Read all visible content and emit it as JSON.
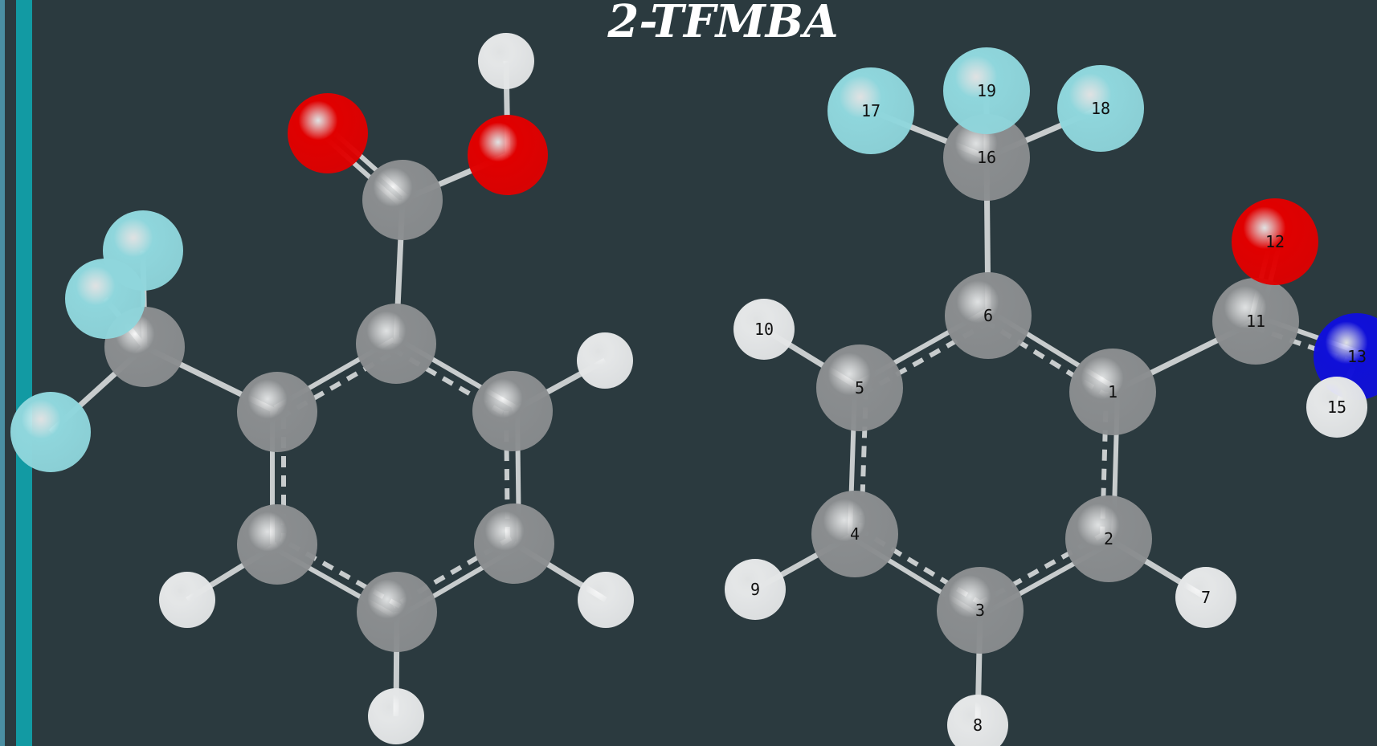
{
  "title": "2-TFMBA",
  "colors": {
    "background": "#2b3a3f",
    "carbon": "#8a8d8f",
    "hydrogen": "#e4e6e7",
    "oxygen": "#e00000",
    "nitrogen": "#1010d8",
    "fluorine": "#8fd6dc",
    "bond": "#c8cccd",
    "accent_strip": "#129aa3"
  },
  "molecules": [
    {
      "name": "left-molecule",
      "atoms": [
        {
          "el": "C",
          "label": ""
        },
        {
          "el": "C",
          "label": ""
        },
        {
          "el": "C",
          "label": ""
        },
        {
          "el": "C",
          "label": ""
        },
        {
          "el": "C",
          "label": ""
        },
        {
          "el": "C",
          "label": ""
        },
        {
          "el": "C",
          "label": ""
        },
        {
          "el": "O",
          "label": ""
        },
        {
          "el": "O",
          "label": ""
        },
        {
          "el": "H",
          "label": ""
        },
        {
          "el": "C",
          "label": ""
        },
        {
          "el": "F",
          "label": ""
        },
        {
          "el": "F",
          "label": ""
        },
        {
          "el": "F",
          "label": ""
        },
        {
          "el": "H",
          "label": ""
        },
        {
          "el": "H",
          "label": ""
        },
        {
          "el": "H",
          "label": ""
        },
        {
          "el": "H",
          "label": ""
        }
      ],
      "bonds": [
        {
          "a": 0,
          "b": 1,
          "order": "aromatic"
        },
        {
          "a": 1,
          "b": 2,
          "order": "aromatic"
        },
        {
          "a": 2,
          "b": 3,
          "order": "aromatic"
        },
        {
          "a": 3,
          "b": 4,
          "order": "aromatic"
        },
        {
          "a": 4,
          "b": 5,
          "order": "aromatic"
        },
        {
          "a": 5,
          "b": 0,
          "order": "aromatic"
        },
        {
          "a": 0,
          "b": 6,
          "order": "single"
        },
        {
          "a": 6,
          "b": 7,
          "order": "double"
        },
        {
          "a": 6,
          "b": 8,
          "order": "single"
        },
        {
          "a": 8,
          "b": 9,
          "order": "single"
        },
        {
          "a": 5,
          "b": 10,
          "order": "single"
        },
        {
          "a": 10,
          "b": 11,
          "order": "single"
        },
        {
          "a": 10,
          "b": 12,
          "order": "single"
        },
        {
          "a": 10,
          "b": 13,
          "order": "single"
        },
        {
          "a": 1,
          "b": 14,
          "order": "single"
        },
        {
          "a": 2,
          "b": 15,
          "order": "single"
        },
        {
          "a": 3,
          "b": 16,
          "order": "single"
        },
        {
          "a": 4,
          "b": 17,
          "order": "single"
        }
      ]
    },
    {
      "name": "right-molecule",
      "atoms": [
        {
          "el": "C",
          "label": "1"
        },
        {
          "el": "C",
          "label": "2"
        },
        {
          "el": "C",
          "label": "3"
        },
        {
          "el": "C",
          "label": "4"
        },
        {
          "el": "C",
          "label": "5"
        },
        {
          "el": "C",
          "label": "6"
        },
        {
          "el": "H",
          "label": "7"
        },
        {
          "el": "H",
          "label": "8"
        },
        {
          "el": "H",
          "label": "9"
        },
        {
          "el": "H",
          "label": "10"
        },
        {
          "el": "C",
          "label": "11"
        },
        {
          "el": "O",
          "label": "12"
        },
        {
          "el": "N",
          "label": "13"
        },
        {
          "el": "H",
          "label": "15"
        },
        {
          "el": "C",
          "label": "16"
        },
        {
          "el": "F",
          "label": "17"
        },
        {
          "el": "F",
          "label": "18"
        },
        {
          "el": "F",
          "label": "19"
        }
      ],
      "bonds": [
        {
          "a": 0,
          "b": 1,
          "order": "aromatic"
        },
        {
          "a": 1,
          "b": 2,
          "order": "aromatic"
        },
        {
          "a": 2,
          "b": 3,
          "order": "aromatic"
        },
        {
          "a": 3,
          "b": 4,
          "order": "aromatic"
        },
        {
          "a": 4,
          "b": 5,
          "order": "aromatic"
        },
        {
          "a": 5,
          "b": 0,
          "order": "aromatic"
        },
        {
          "a": 1,
          "b": 6,
          "order": "single"
        },
        {
          "a": 2,
          "b": 7,
          "order": "single"
        },
        {
          "a": 3,
          "b": 8,
          "order": "single"
        },
        {
          "a": 4,
          "b": 9,
          "order": "single"
        },
        {
          "a": 0,
          "b": 10,
          "order": "single"
        },
        {
          "a": 10,
          "b": 11,
          "order": "double"
        },
        {
          "a": 10,
          "b": 12,
          "order": "aromatic"
        },
        {
          "a": 12,
          "b": 13,
          "order": "single"
        },
        {
          "a": 5,
          "b": 14,
          "order": "single"
        },
        {
          "a": 14,
          "b": 15,
          "order": "single"
        },
        {
          "a": 14,
          "b": 16,
          "order": "single"
        },
        {
          "a": 14,
          "b": 17,
          "order": "single"
        }
      ]
    }
  ]
}
